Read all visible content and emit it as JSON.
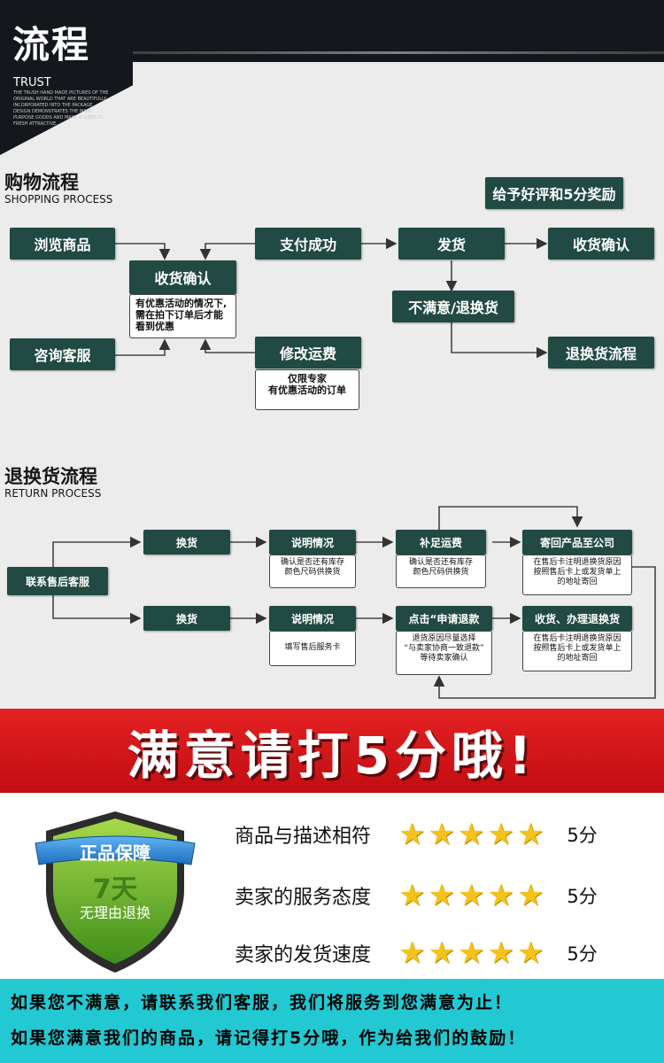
{
  "header": {
    "title": "流程",
    "subtitle": "TRUST",
    "blurb": "THE TRUSH HAND MADE PICTURES OF THE ORIGINAL WORLD THAT ARE BEAUTIFULLY INCORPORATED INTO THE PACKAGE DESIGN DEMONSTRATES THE MAIN PURPOSE GOODS AND MAKE IT DEPICTS FRESH ATTRACTIVE."
  },
  "shopping": {
    "title": "购物流程",
    "subtitle": "SHOPPING PROCESS",
    "browse": "浏览商品",
    "confirm": "收货确认",
    "confirm_note": "有优惠活动的情况下,\n需在拍下订单后才能\n看到优惠",
    "consult": "咨询客服",
    "paid": "支付成功",
    "modify_fee": "修改运费",
    "modify_note": "仅限专家\n有优惠活动的订单",
    "ship": "发货",
    "unsatisfied": "不满意/退换货",
    "praise": "给予好评和5分奖励",
    "receive_confirm": "收货确认",
    "return_flow": "退换货流程"
  },
  "returns": {
    "title": "退换货流程",
    "subtitle": "RETURN PROCESS",
    "contact": "联系售后客服",
    "exchange_1": "换货",
    "exchange_2": "换货",
    "explain_1": "说明情况",
    "explain_1_note": "确认是否还有库存\n颜色尺码供换货",
    "explain_2": "说明情况",
    "explain_2_note": "填写售后服务卡",
    "add_fee": "补足运费",
    "add_fee_note": "确认是否还有库存\n颜色尺码供换货",
    "apply_refund": "点击“申请退款",
    "apply_refund_note": "退货原因尽量选择\n“与卖家协商一致退款”\n等待卖家确认",
    "send_back": "寄回产品至公司",
    "send_back_note": "在售后卡注明退换货原因\n按照售后卡上或发货单上\n的地址寄回",
    "receive_refund": "收货、办理退换货",
    "receive_refund_note": "在售后卡注明退换货原因\n按照售后卡上或发货单上\n的地址寄回"
  },
  "banner": {
    "text": "满意请打5分哦!"
  },
  "badge": {
    "top": "正品保障",
    "days": "7天",
    "bottom": "无理由退换"
  },
  "ratings": [
    {
      "label": "商品与描述相符",
      "score": "5分",
      "stars": 5
    },
    {
      "label": "卖家的服务态度",
      "score": "5分",
      "stars": 5
    },
    {
      "label": "卖家的发货速度",
      "score": "5分",
      "stars": 5
    }
  ],
  "footer": {
    "line1": "如果您不满意，请联系我们客服，我们将服务到您满意为止！",
    "line2": "如果您满意我们的商品，请记得打5分哦，作为给我们的鼓励！"
  },
  "colors": {
    "box": "#204a43",
    "banner": "#d7161b",
    "footer": "#22c8d2",
    "star": "#f4c21a"
  }
}
